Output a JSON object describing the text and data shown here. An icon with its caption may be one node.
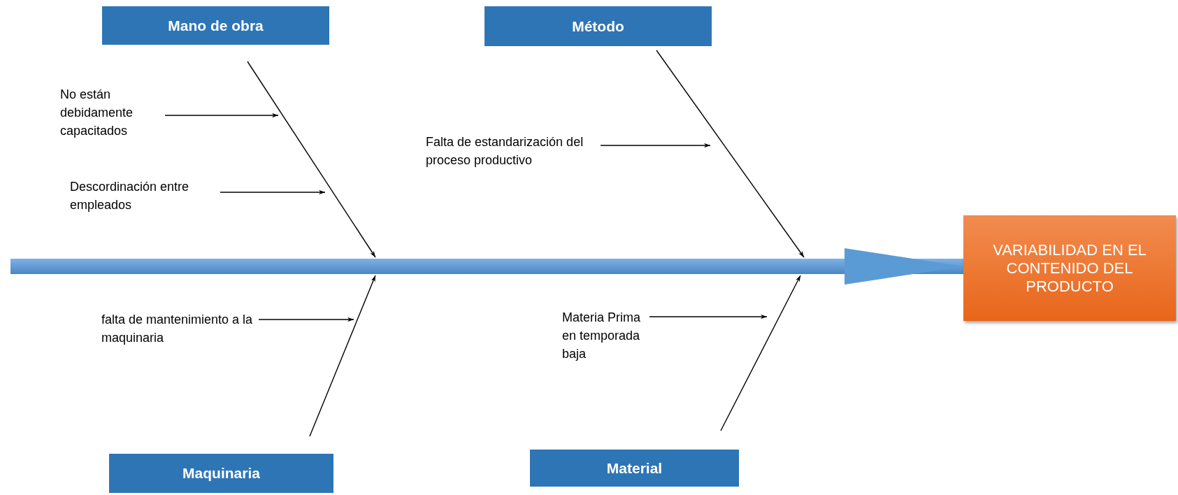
{
  "diagram": {
    "nodes": [
      {
        "text": [
          "Mano de obra"
        ]
      },
      {
        "text": [
          "Método"
        ]
      },
      {
        "text": [
          "Maquinaria"
        ]
      },
      {
        "text": [
          "Material"
        ]
      },
      {
        "text": [
          "VARIABILIDAD EN EL CONTENIDO DEL PRODUCTO"
        ]
      },
      {
        "text": [
          "No están debidamente capacitados"
        ]
      },
      {
        "text": [
          "Descordinación entre empleados"
        ]
      },
      {
        "text": [
          "Falta de estandarización del proceso productivo"
        ]
      },
      {
        "text": [
          "falta de mantenimiento a la maquinaria"
        ]
      },
      {
        "text": [
          "Materia Prima en temporada baja"
        ]
      }
    ],
    "edges": [
      {
        "from": null,
        "to": 4,
        "arrow": "to",
        "style": "thick",
        "color": "#5b9bd5"
      },
      {
        "from": 0,
        "to": null,
        "arrow": "to"
      },
      {
        "from": 1,
        "to": null,
        "arrow": "to"
      },
      {
        "from": 2,
        "to": null,
        "arrow": "to"
      },
      {
        "from": 3,
        "to": null,
        "arrow": "to"
      },
      {
        "from": 5,
        "to": null,
        "arrow": "to"
      },
      {
        "from": 6,
        "to": null,
        "arrow": "to"
      },
      {
        "from": 7,
        "to": null,
        "arrow": "to"
      },
      {
        "from": 8,
        "to": null,
        "arrow": "to"
      },
      {
        "from": 9,
        "to": null,
        "arrow": "to"
      }
    ]
  }
}
